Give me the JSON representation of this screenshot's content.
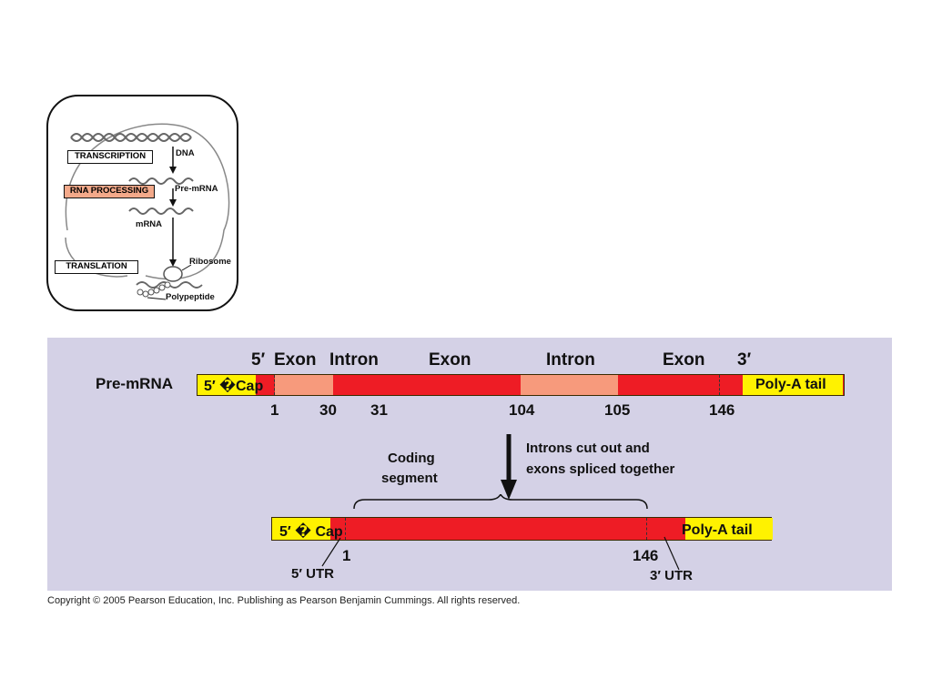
{
  "overview": {
    "boxes": {
      "transcription": "TRANSCRIPTION",
      "rna_processing": "RNA PROCESSING",
      "translation": "TRANSLATION"
    },
    "labels": {
      "dna": "DNA",
      "pre_mrna": "Pre-mRNA",
      "mrna": "mRNA",
      "ribosome": "Ribosome",
      "polypeptide": "Polypeptide"
    },
    "colors": {
      "highlight": "#f3a98a"
    }
  },
  "premrna": {
    "row_label": "Pre-mRNA",
    "top_labels": [
      "5′",
      "Exon",
      "Intron",
      "Exon",
      "Intron",
      "Exon",
      "3′"
    ],
    "cap_label": "5′ �Cap",
    "tail_label": "Poly-A tail",
    "positions": [
      "1",
      "30",
      "31",
      "104",
      "105",
      "146"
    ]
  },
  "process_text": {
    "line1": "Introns cut out and",
    "line2": "exons spliced together"
  },
  "coding_segment": {
    "line1": "Coding",
    "line2": "segment"
  },
  "mrna": {
    "cap_label": "5′ � Cap",
    "tail_label": "Poly-A tail",
    "start": "1",
    "end": "146",
    "utr5": "5′ UTR",
    "utr3": "3′ UTR"
  },
  "colors": {
    "panel": "#d4d1e6",
    "exon": "#ee1c25",
    "intron": "#f79a7c",
    "cap_tail": "#fff200"
  },
  "copyright": "Copyright © 2005 Pearson Education, Inc. Publishing as Pearson Benjamin Cummings. All rights reserved."
}
